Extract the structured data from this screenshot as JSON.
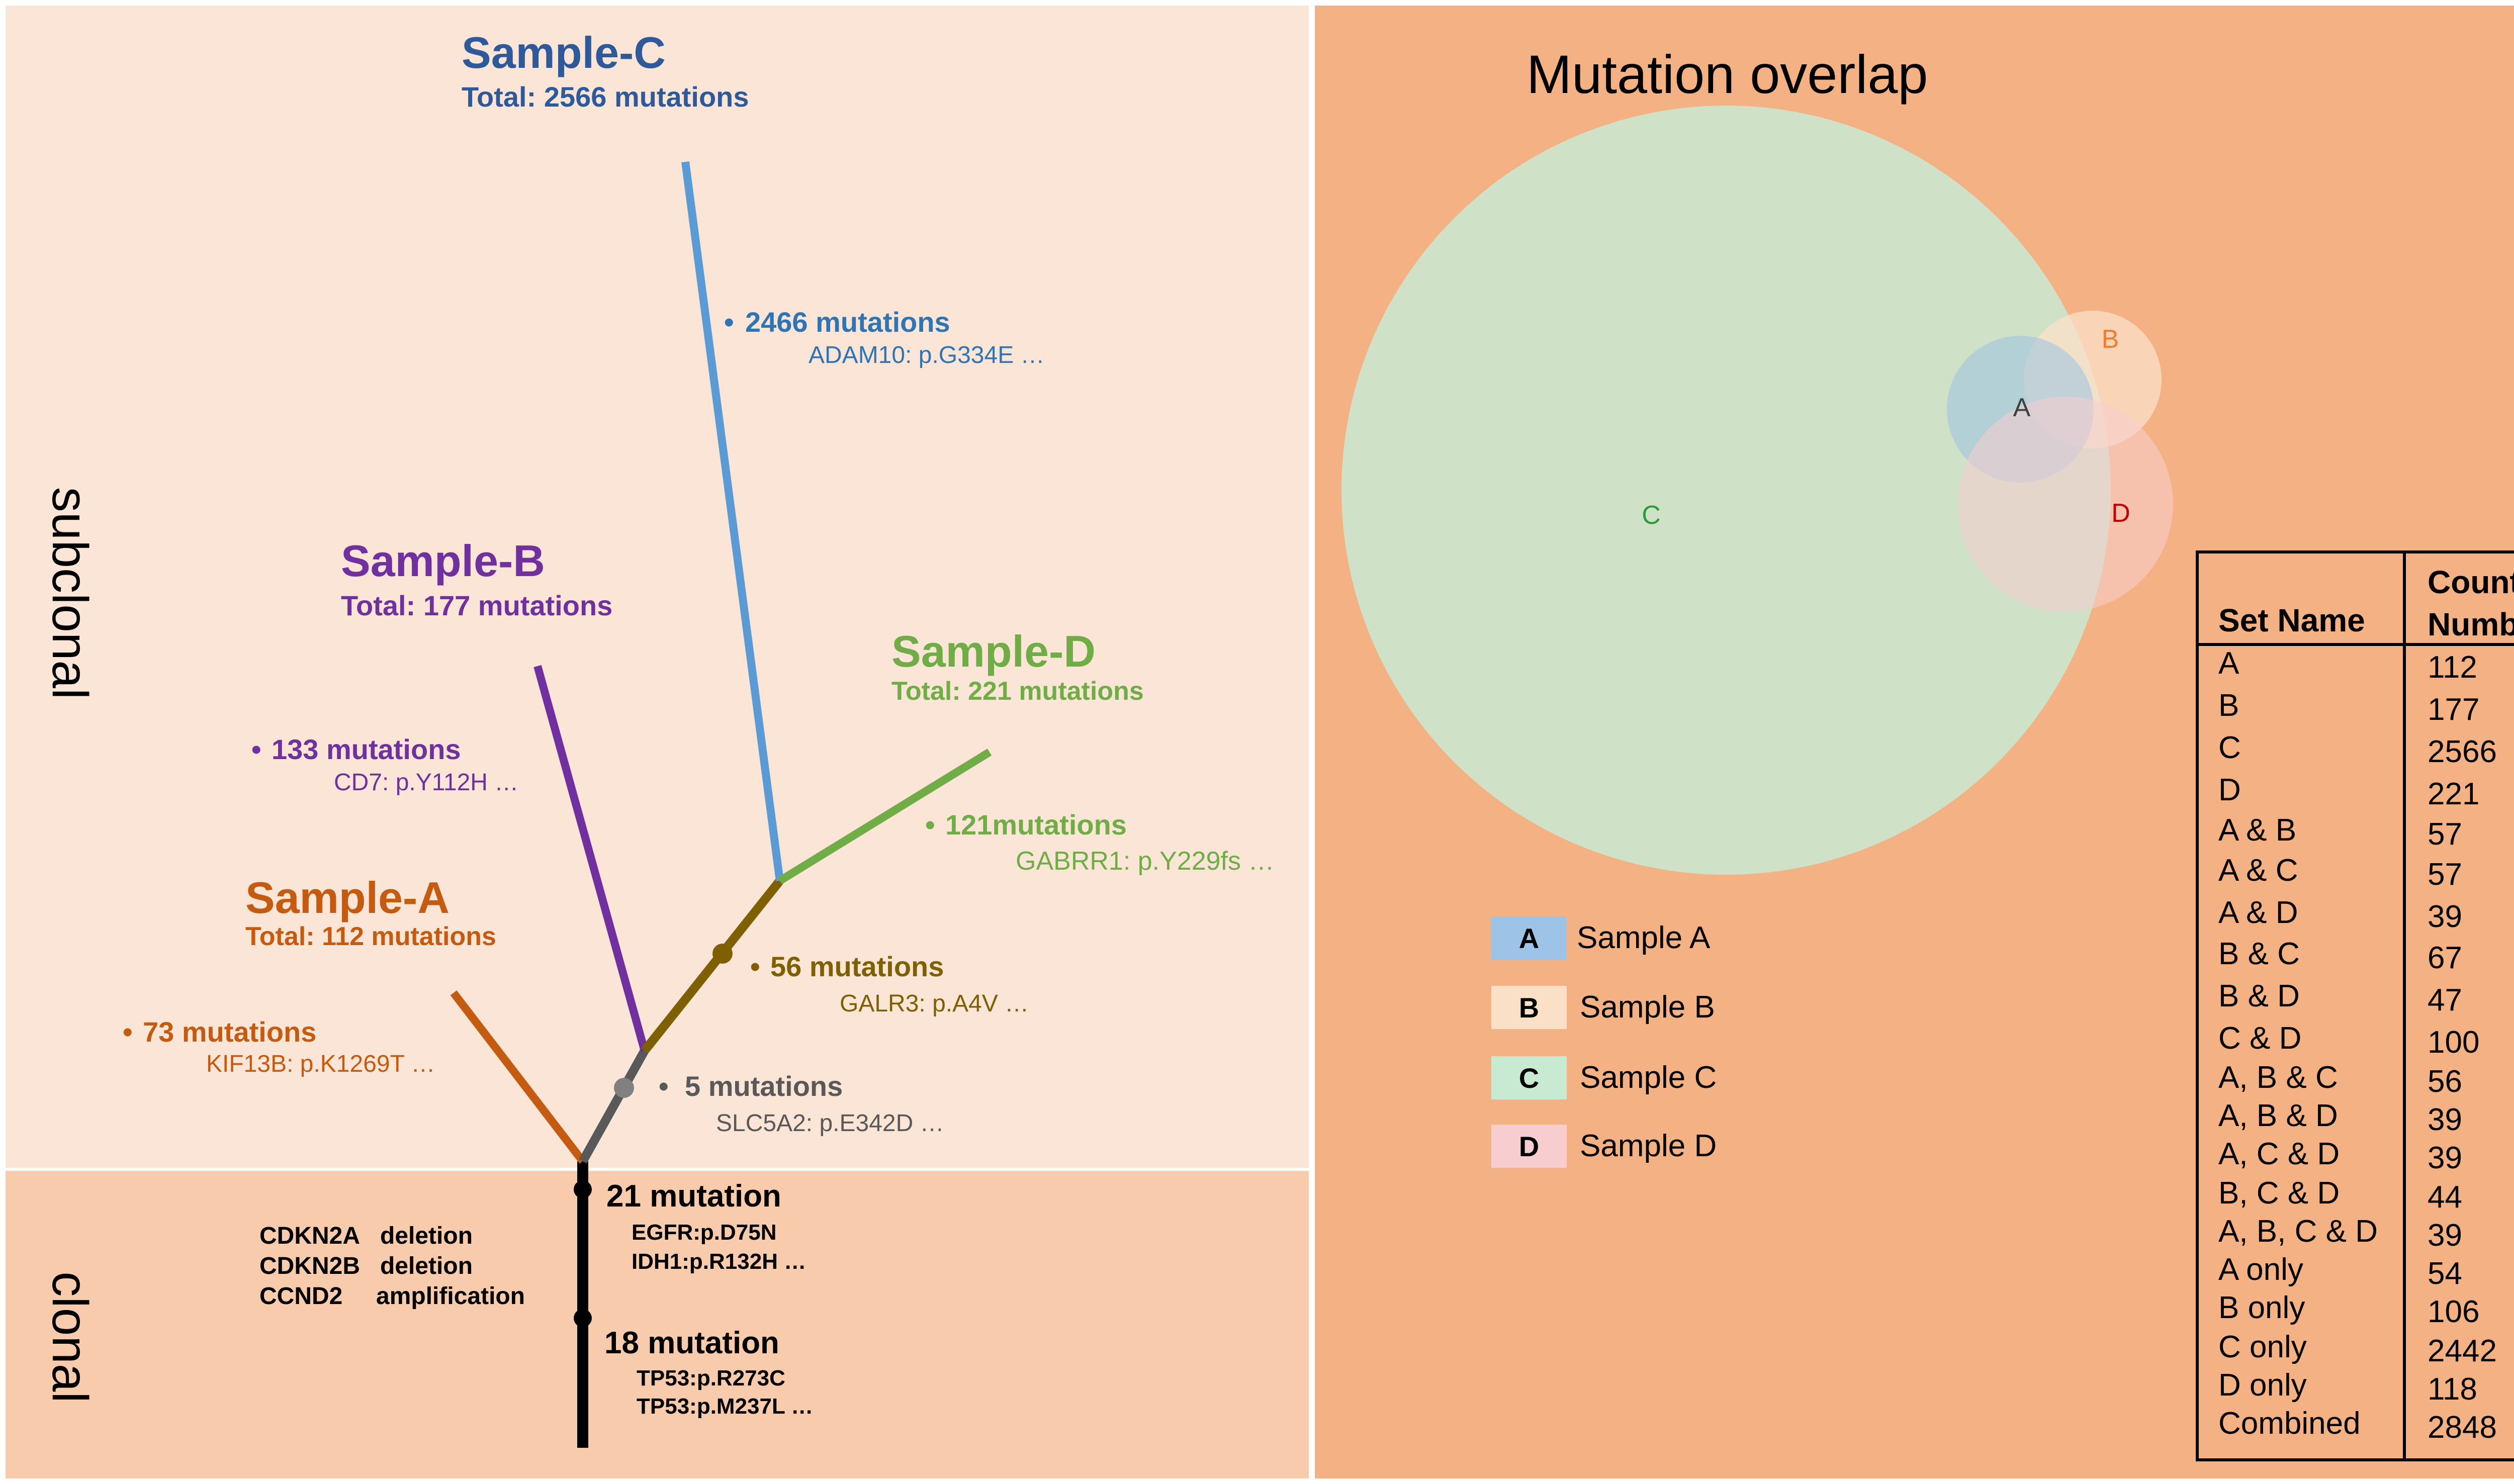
{
  "tree": {
    "side_labels": {
      "subclonal": "subclonal",
      "clonal": "clonal"
    },
    "samples": {
      "c": {
        "title": "Sample-C",
        "total": "Total: 2566 mutations",
        "color": "#2e5a9c"
      },
      "b": {
        "title": "Sample-B",
        "total": "Total: 177 mutations",
        "color": "#7030a0"
      },
      "d": {
        "title": "Sample-D",
        "total": "Total: 221 mutations",
        "color": "#70ad47"
      },
      "a": {
        "title": "Sample-A",
        "total": "Total: 112 mutations",
        "color": "#c55a11"
      }
    },
    "branches": {
      "c": {
        "bullet": "•",
        "count": "2466 mutations",
        "gene": "ADAM10: p.G334E …",
        "color": "#5b9bd5",
        "label_color": "#2e75b6"
      },
      "b": {
        "bullet": "•",
        "count": "133 mutations",
        "gene": "CD7: p.Y112H …",
        "color": "#7030a0"
      },
      "d": {
        "bullet": "•",
        "count": "121mutations",
        "gene": "GABRR1: p.Y229fs …",
        "color": "#70ad47"
      },
      "bd": {
        "bullet": "•",
        "count": "56 mutations",
        "gene": "GALR3: p.A4V …",
        "color": "#7f6000"
      },
      "a": {
        "bullet": "•",
        "count": "73 mutations",
        "gene": "KIF13B: p.K1269T …",
        "color": "#c55a11"
      },
      "abd": {
        "bullet": "•",
        "count": "5 mutations",
        "gene": "SLC5A2: p.E342D …",
        "color": "#595959"
      }
    },
    "clonal": {
      "events": [
        {
          "gene": "CDKN2A",
          "type": "deletion"
        },
        {
          "gene": "CDKN2B",
          "type": "deletion"
        },
        {
          "gene": "CCND2",
          "type": "amplification"
        }
      ],
      "node1": {
        "count": "21 mutation",
        "genes": [
          "EGFR:p.D75N",
          "IDH1:p.R132H …"
        ]
      },
      "node2": {
        "count": "18 mutation",
        "genes": [
          "TP53:p.R273C",
          "TP53:p.M237L …"
        ]
      }
    }
  },
  "venn": {
    "title": "Mutation overlap",
    "circle_labels": {
      "a": "A",
      "b": "B",
      "c": "C",
      "d": "D"
    },
    "legend": [
      {
        "key": "A",
        "label": "Sample A",
        "color": "#9dc3e6"
      },
      {
        "key": "B",
        "label": "Sample B",
        "color": "#fbe0c8"
      },
      {
        "key": "C",
        "label": "Sample C",
        "color": "#c8ead2"
      },
      {
        "key": "D",
        "label": "Sample D",
        "color": "#f8cdd0"
      }
    ],
    "table": {
      "headers": {
        "set": "Set Name",
        "count_line1": "Count",
        "count_line2": "Number"
      },
      "rows": [
        {
          "set": "A",
          "count": "112"
        },
        {
          "set": "B",
          "count": "177"
        },
        {
          "set": "C",
          "count": "2566"
        },
        {
          "set": "D",
          "count": "221"
        },
        {
          "set": "A & B",
          "count": "57"
        },
        {
          "set": "A & C",
          "count": "57"
        },
        {
          "set": "A & D",
          "count": "39"
        },
        {
          "set": "B & C",
          "count": "67"
        },
        {
          "set": "B & D",
          "count": "47"
        },
        {
          "set": "C & D",
          "count": "100"
        },
        {
          "set": "A, B & C",
          "count": "56"
        },
        {
          "set": "A, B & D",
          "count": "39"
        },
        {
          "set": "A, C & D",
          "count": "39"
        },
        {
          "set": "B, C & D",
          "count": "44"
        },
        {
          "set": "A, B, C & D",
          "count": "39"
        },
        {
          "set": "A only",
          "count": "54"
        },
        {
          "set": "B only",
          "count": "106"
        },
        {
          "set": "C only",
          "count": "2442"
        },
        {
          "set": "D only",
          "count": "118"
        },
        {
          "set": "Combined",
          "count": "2848"
        }
      ]
    }
  }
}
